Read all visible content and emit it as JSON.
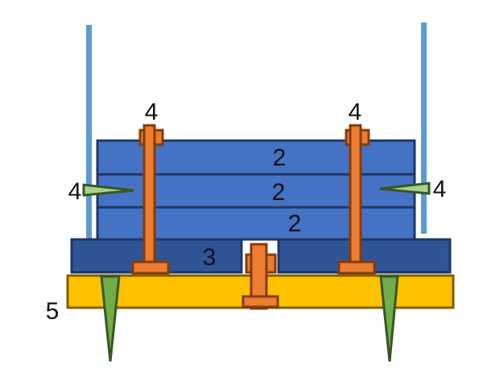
{
  "diagram": {
    "colors": {
      "rail": "#5b9bd5",
      "layer_fill": "#4472c4",
      "layer_stroke": "#1f3864",
      "base_fill": "#2f5597",
      "ground_fill": "#ffc000",
      "ground_stroke": "#7f6000",
      "bolt_fill": "#ed7d31",
      "bolt_stroke": "#843c0c",
      "spike_fill": "#70ad47",
      "spike_stroke": "#375623",
      "wedge_fill": "#a9d18e",
      "wedge_stroke": "#375623"
    },
    "labels": {
      "bolt_left_top": "4",
      "bolt_right_top": "4",
      "layer_top": "2",
      "layer_middle": "2",
      "layer_bottom": "2",
      "wedge_left": "4",
      "wedge_right": "4",
      "base_center": "3",
      "ground": "5"
    }
  }
}
